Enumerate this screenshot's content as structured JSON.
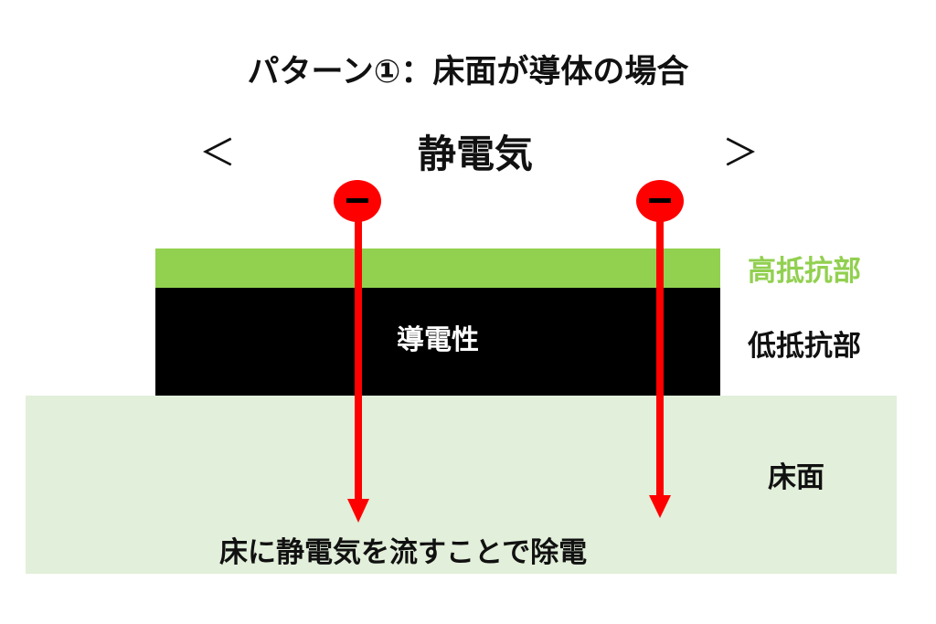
{
  "title": "パターン①：床面が導体の場合",
  "subtitle": "静電気",
  "bracket_left": "＜",
  "bracket_right": "＞",
  "layers": {
    "high_resistance": "高抵抗部",
    "low_resistance": "低抵抗部",
    "floor": "床面",
    "conductive": "導電性"
  },
  "caption": "床に静電気を流すことで除電",
  "colors": {
    "high": "#92d050",
    "low": "#000000",
    "floor": "#e2efda",
    "charge": "#ff0000"
  }
}
